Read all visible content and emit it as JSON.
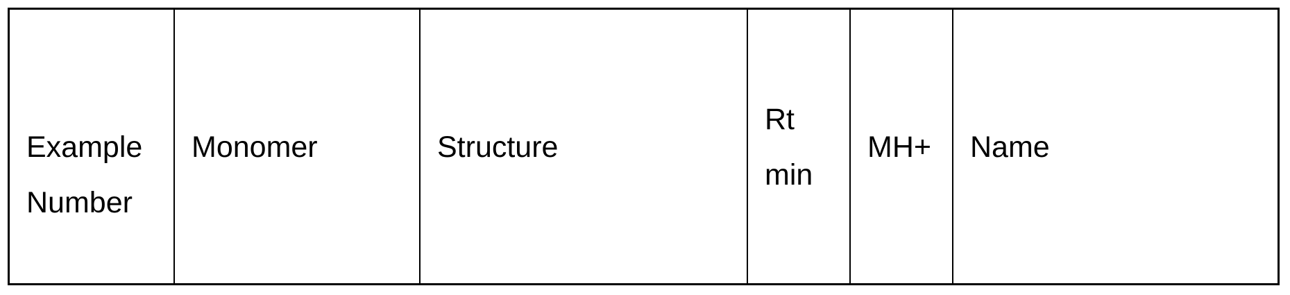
{
  "table": {
    "headers": [
      {
        "key": "example_number",
        "lines": [
          "Example",
          "Number"
        ],
        "text": "Example Number"
      },
      {
        "key": "monomer",
        "lines": [
          "Monomer"
        ],
        "text": "Monomer"
      },
      {
        "key": "structure",
        "lines": [
          "Structure"
        ],
        "text": "Structure"
      },
      {
        "key": "rt_min",
        "lines": [
          "Rt",
          "min"
        ],
        "text": "Rt min"
      },
      {
        "key": "mh_plus",
        "lines": [
          "MH+"
        ],
        "text": "MH+"
      },
      {
        "key": "name",
        "lines": [
          "Name"
        ],
        "text": "Name"
      }
    ],
    "rows": []
  },
  "colors": {
    "border": "#000000",
    "text": "#000000",
    "background": "#ffffff"
  }
}
